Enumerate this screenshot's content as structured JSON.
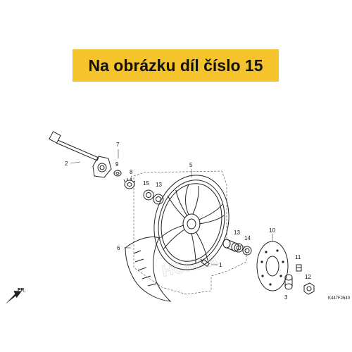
{
  "banner": {
    "text": "Na obrázku díl číslo 15",
    "color": "#f5c32c"
  },
  "callouts": {
    "p1": "1",
    "p2": "2",
    "p3": "3",
    "p5": "5",
    "p6": "6",
    "p7": "7",
    "p8": "8",
    "p9": "9",
    "p10": "10",
    "p11": "11",
    "p12": "12",
    "p13a": "13",
    "p13b": "13",
    "p14": "14",
    "p15": "15"
  },
  "direction_label": "FR.",
  "ref_code": "K447F2640",
  "watermark_text": "HONDA"
}
